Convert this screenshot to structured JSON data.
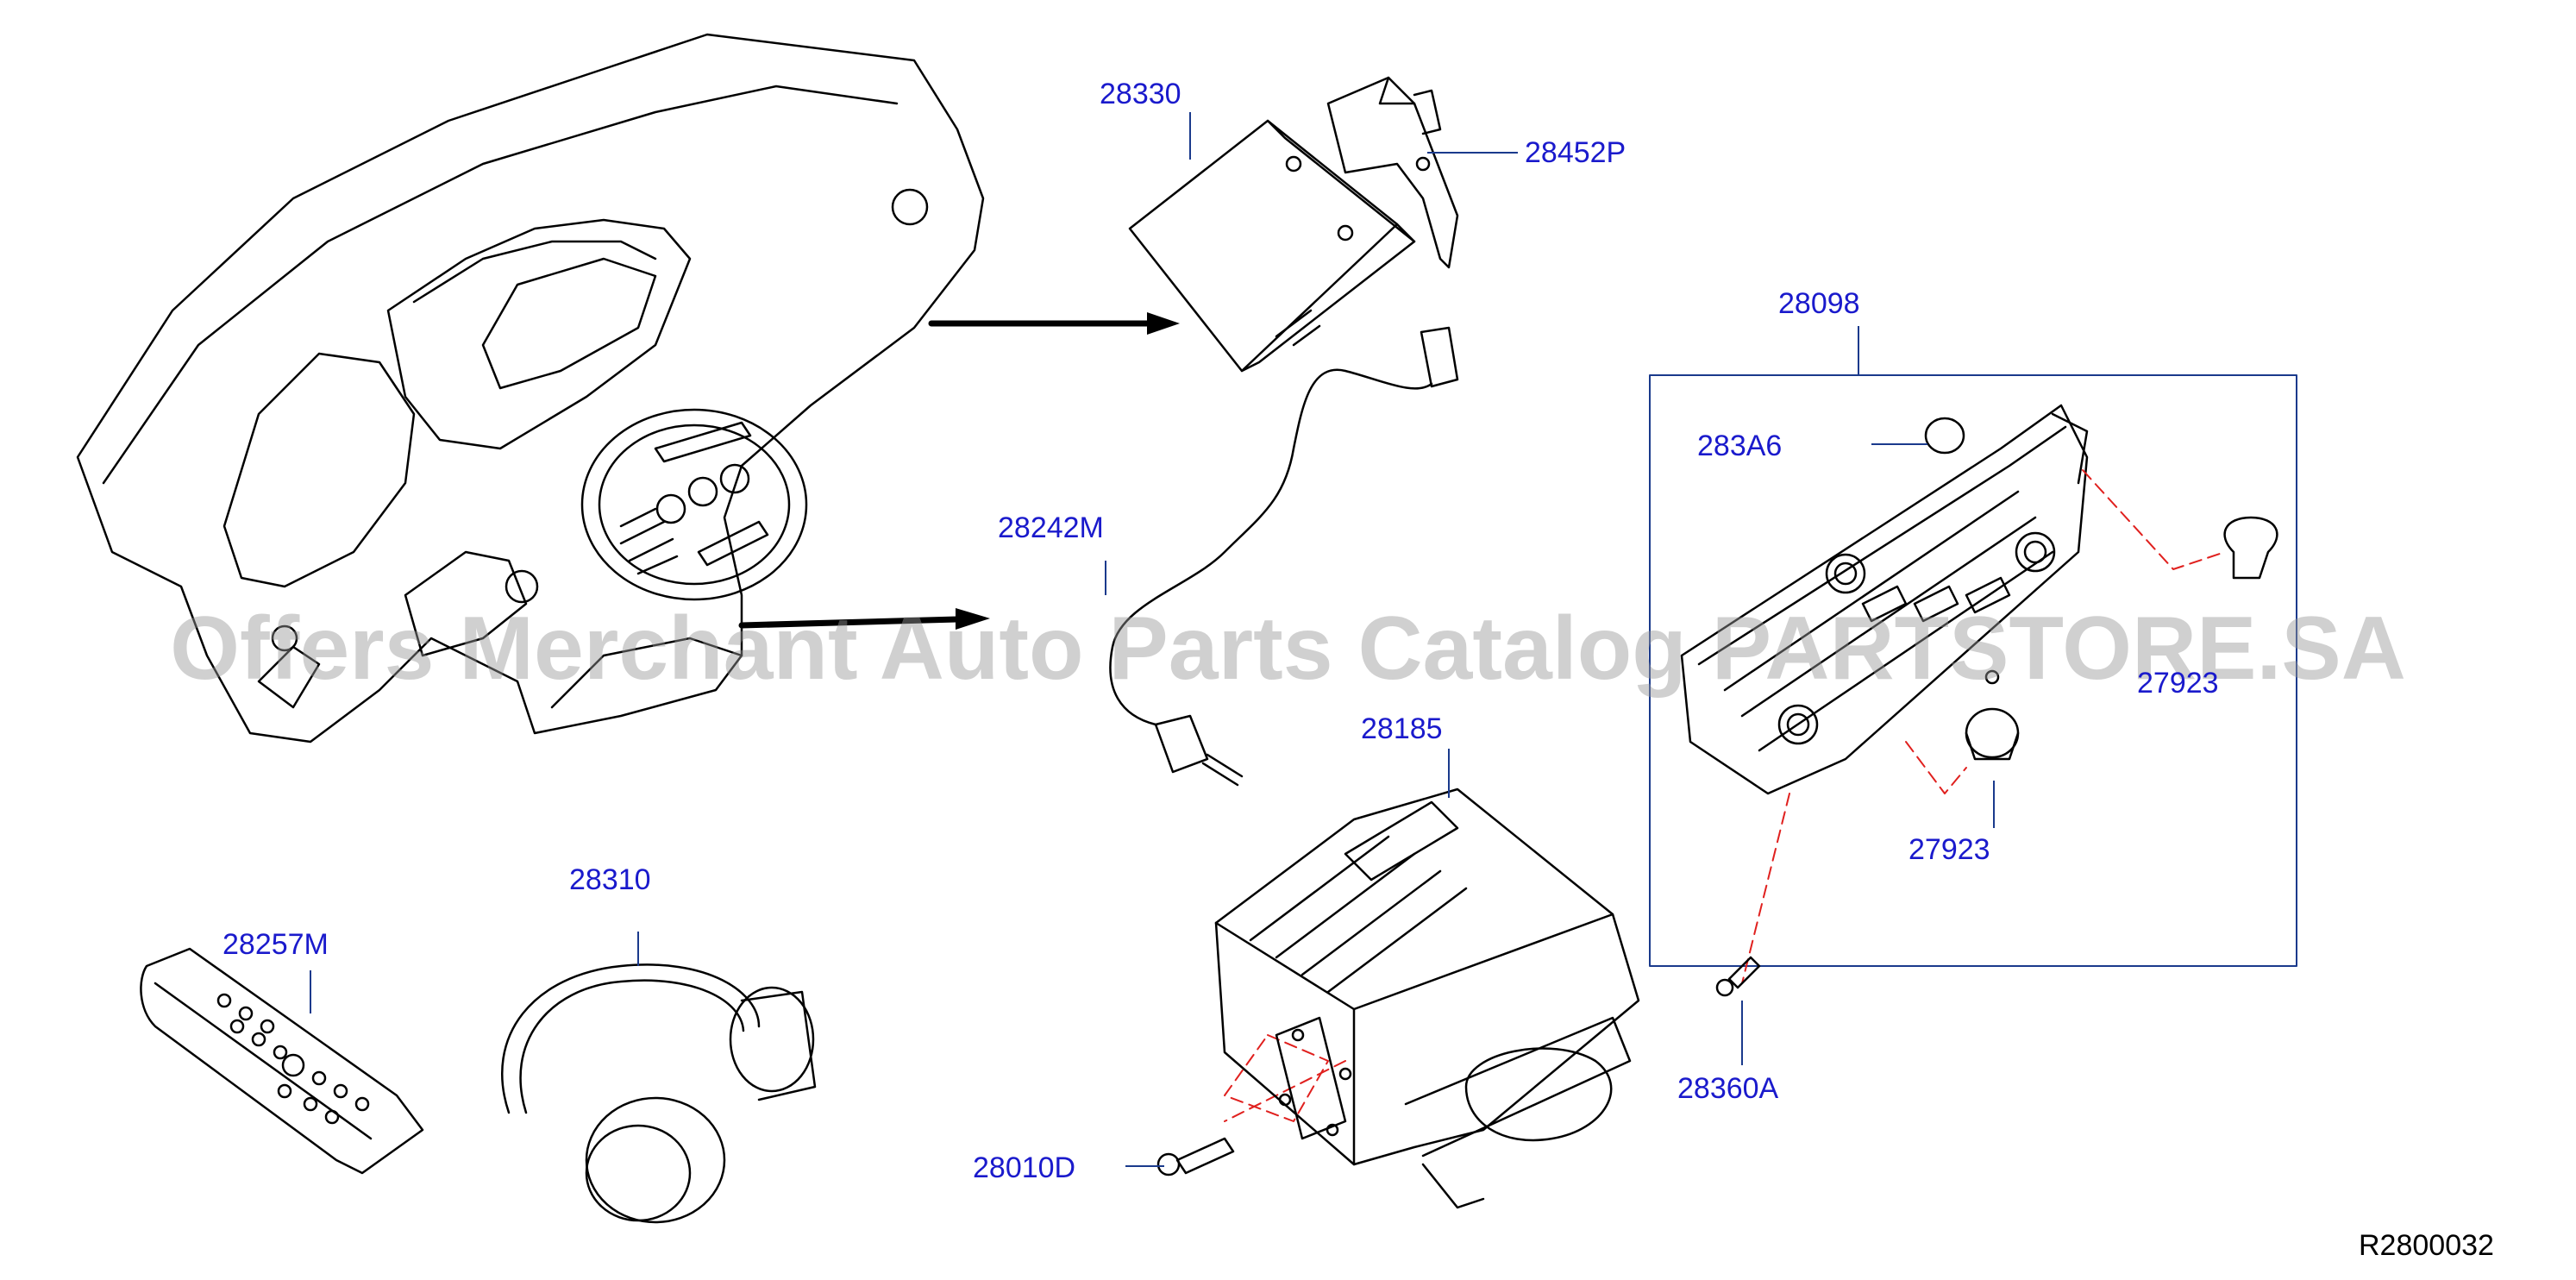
{
  "watermark": "Offers Merchant Auto Parts Catalog PARTSTORE.SA",
  "reference_code": "R2800032",
  "callouts": {
    "p28330": "28330",
    "p28452P": "28452P",
    "p28098": "28098",
    "p283A6": "283A6",
    "p28242M": "28242M",
    "p27923_right": "27923",
    "p27923": "27923",
    "p28185": "28185",
    "p28310": "28310",
    "p28257M": "28257M",
    "p28360A": "28360A",
    "p28010D": "28010D"
  },
  "colors": {
    "callout_text": "#1a1acc",
    "leader_line": "#1a3a8c",
    "dashed_leader": "#e0201e",
    "drawing": "#000000"
  }
}
